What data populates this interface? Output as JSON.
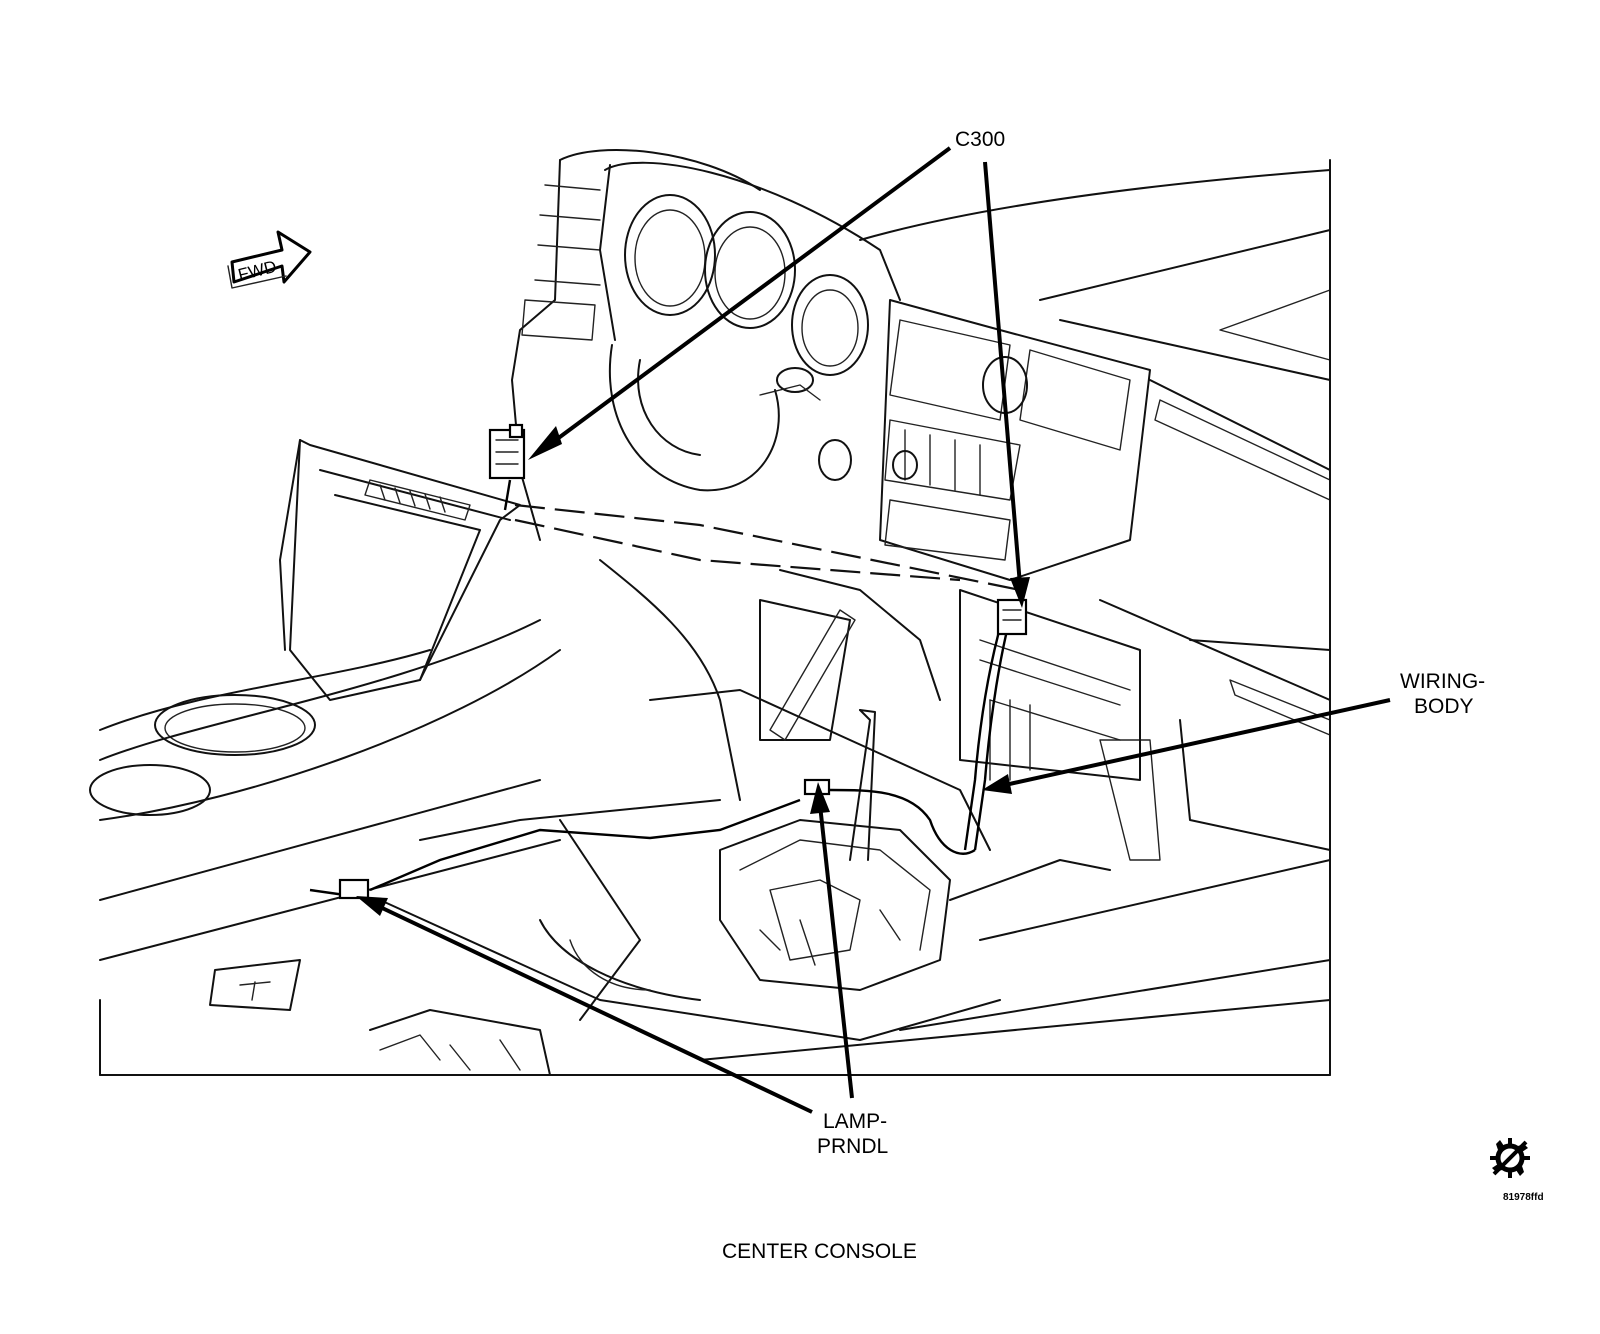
{
  "callouts": {
    "c300": "C300",
    "wiring_body_line1": "WIRING-",
    "wiring_body_line2": "BODY",
    "lamp_prndl_line1": "LAMP-",
    "lamp_prndl_line2": "PRNDL"
  },
  "direction_arrow": {
    "label": "FWD",
    "icon": "forward-arrow-icon"
  },
  "service_symbol": {
    "icon": "gear-slash-icon"
  },
  "figure_id": "81978ffd",
  "caption": "CENTER CONSOLE"
}
